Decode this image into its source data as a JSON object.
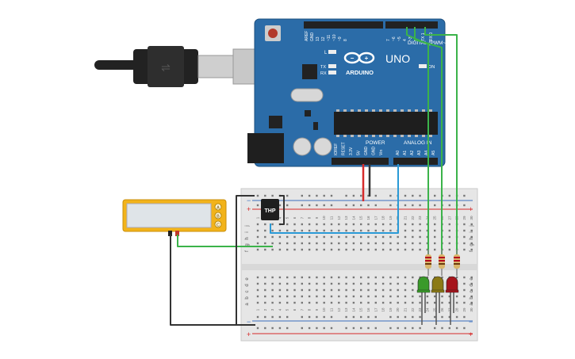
{
  "board": {
    "brand": "ARDUINO",
    "model": "UNO",
    "digital_header": "DIGITAL (PWM~)",
    "analog_header": "ANALOG IN",
    "power_header": "POWER",
    "on_label": "ON",
    "l_label": "L",
    "tx_label": "TX",
    "rx_label": "RX",
    "top_pins": [
      "AREF",
      "GND",
      "13",
      "12",
      "~11",
      "~10",
      "~9",
      "8",
      "7",
      "~6",
      "~5",
      "4",
      "~3",
      "2",
      "TX 1",
      "RX 0"
    ],
    "power_pins": [
      "IOREF",
      "RESET",
      "3.3V",
      "5V",
      "GND",
      "GND",
      "Vin"
    ],
    "analog_pins": [
      "A0",
      "A1",
      "A2",
      "A3",
      "A4",
      "A5"
    ],
    "colors": {
      "board": "#2b6ca8",
      "header": "#222222"
    }
  },
  "sensor": {
    "label": "THP"
  },
  "breadboard": {
    "rows_top": [
      "j",
      "i",
      "h",
      "g",
      "f"
    ],
    "rows_bottom": [
      "e",
      "d",
      "c",
      "b",
      "a"
    ],
    "column_count": 30,
    "rail_plus": "+",
    "rail_minus": "−"
  },
  "lcd": {
    "buttons": [
      "A",
      "B",
      "C"
    ],
    "colors": {
      "frame": "#f2b31a",
      "screen": "#dfe4e8"
    }
  },
  "leds": [
    {
      "name": "green",
      "color": "#3a9a2a"
    },
    {
      "name": "yellow",
      "color": "#8c7a16"
    },
    {
      "name": "red",
      "color": "#a6141c"
    }
  ],
  "wires": {
    "green": "#3bb34a",
    "blue": "#2a9ad6",
    "red": "#d62b2b",
    "black": "#333333"
  }
}
